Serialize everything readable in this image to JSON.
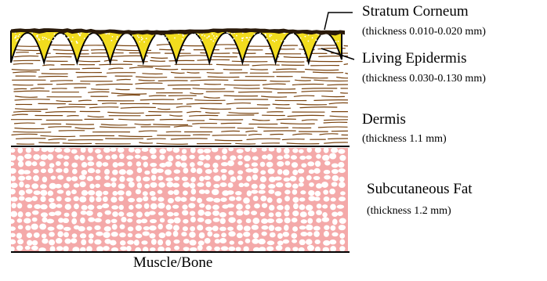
{
  "layers": [
    {
      "name": "Stratum Corneum",
      "thickness": "(thickness 0.010-0.020 mm)"
    },
    {
      "name": "Living Epidermis",
      "thickness": "(thickness 0.030-0.130 mm)"
    },
    {
      "name": "Dermis",
      "thickness": "(thickness 1.1 mm)"
    },
    {
      "name": "Subcutaneous Fat",
      "thickness": "(thickness 1.2 mm)"
    }
  ],
  "base_label": "Muscle/Bone",
  "colors": {
    "stratum_corneum": "#2a1a0a",
    "epidermis": "#f2dc1e",
    "dermis_fibers": "#7a4410",
    "fat_fill": "#f4a9a9",
    "fat_cells": "#ffffff"
  }
}
